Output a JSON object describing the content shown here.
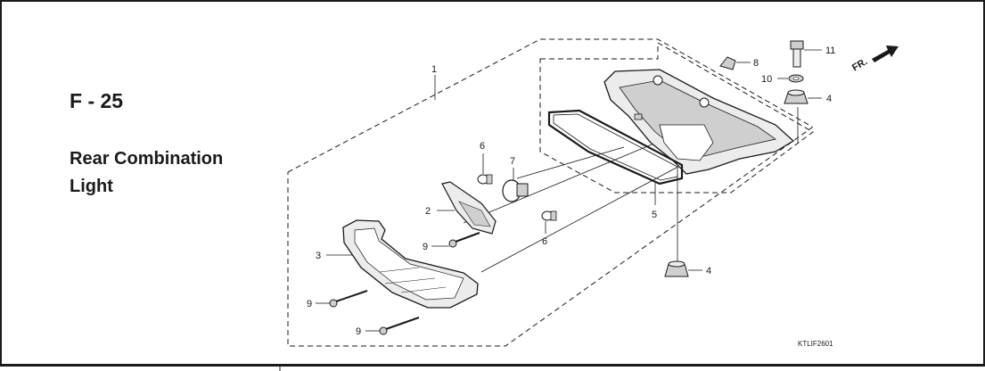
{
  "header": {
    "code": "F - 25",
    "title_line1": "Rear Combination",
    "title_line2": "Light"
  },
  "diagram": {
    "callouts": {
      "c1": "1",
      "c2": "2",
      "c3": "3",
      "c4a": "4",
      "c4b": "4",
      "c5": "5",
      "c6a": "6",
      "c6b": "6",
      "c7": "7",
      "c8": "8",
      "c9a": "9",
      "c9b": "9",
      "c9c": "9",
      "c10": "10",
      "c11": "11"
    },
    "direction_label": "FR.",
    "figure_code": "KTLIF2601"
  },
  "colors": {
    "line": "#1a1a1a",
    "fill_grey": "#cfcfcf",
    "fill_light": "#ececec"
  }
}
